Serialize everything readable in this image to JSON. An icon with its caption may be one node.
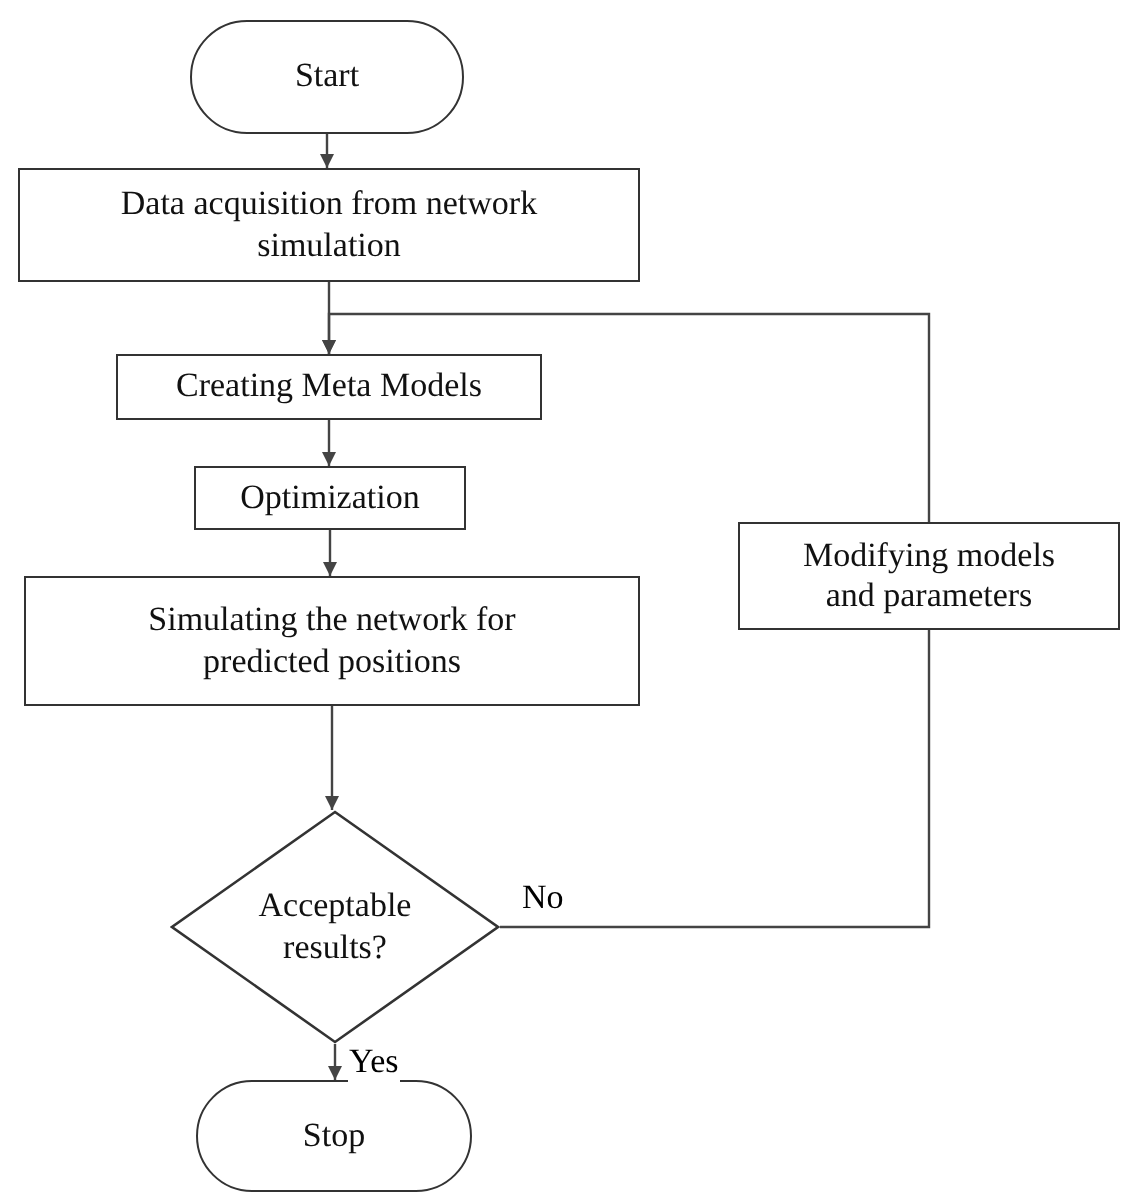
{
  "diagram": {
    "nodes": [
      {
        "text": [
          "Start"
        ]
      },
      {
        "text": [
          "Data acquisition from network simulation"
        ]
      },
      {
        "text": [
          "Creating Meta Models"
        ]
      },
      {
        "text": [
          "Optimization"
        ]
      },
      {
        "text": [
          "Simulating the network for predicted positions"
        ]
      },
      {
        "text": [
          "Acceptable results?"
        ]
      },
      {
        "text": [
          "Modifying models and parameters"
        ]
      },
      {
        "text": [
          "Stop"
        ]
      }
    ],
    "edges": [
      {
        "from": 0,
        "to": 1,
        "arrow": "to"
      },
      {
        "from": 1,
        "to": 2,
        "arrow": "to"
      },
      {
        "from": 2,
        "to": 3,
        "arrow": "to"
      },
      {
        "from": 3,
        "to": 4,
        "arrow": "to"
      },
      {
        "from": 4,
        "to": 5,
        "arrow": "to"
      },
      {
        "from": 5,
        "to": 6,
        "label": "No",
        "arrow": "none"
      },
      {
        "from": 6,
        "to": 2,
        "arrow": "to"
      },
      {
        "from": 5,
        "to": 7,
        "label": "Yes",
        "arrow": "to"
      }
    ]
  }
}
